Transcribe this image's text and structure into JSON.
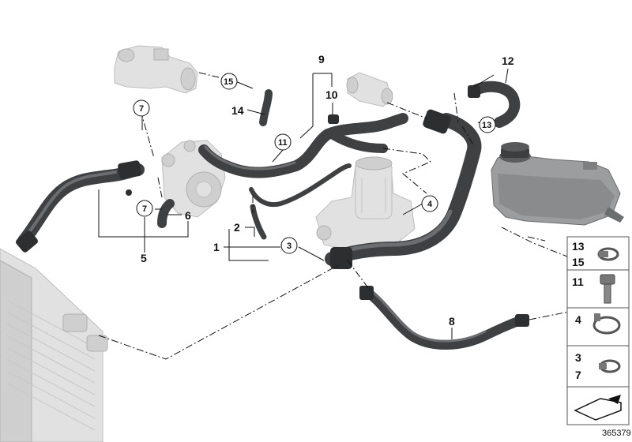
{
  "callouts": {
    "c1": "1",
    "c2": "2",
    "c3": "3",
    "c4": "4",
    "c5": "5",
    "c6": "6",
    "c7a": "7",
    "c7b": "7",
    "c8": "8",
    "c9": "9",
    "c10": "10",
    "c11": "11",
    "c12": "12",
    "c13": "13",
    "c14": "14",
    "c15": "15"
  },
  "legend": {
    "r1a": "13",
    "r1b": "15",
    "r2": "11",
    "r3": "4",
    "r4a": "3",
    "r4b": "7"
  },
  "diagram_code": "365379",
  "colors": {
    "hose": "#3f4042",
    "ghost": "#e1e1e1",
    "line": "#111111"
  },
  "icons": {
    "legend_last": "arrow-symbol-icon"
  }
}
